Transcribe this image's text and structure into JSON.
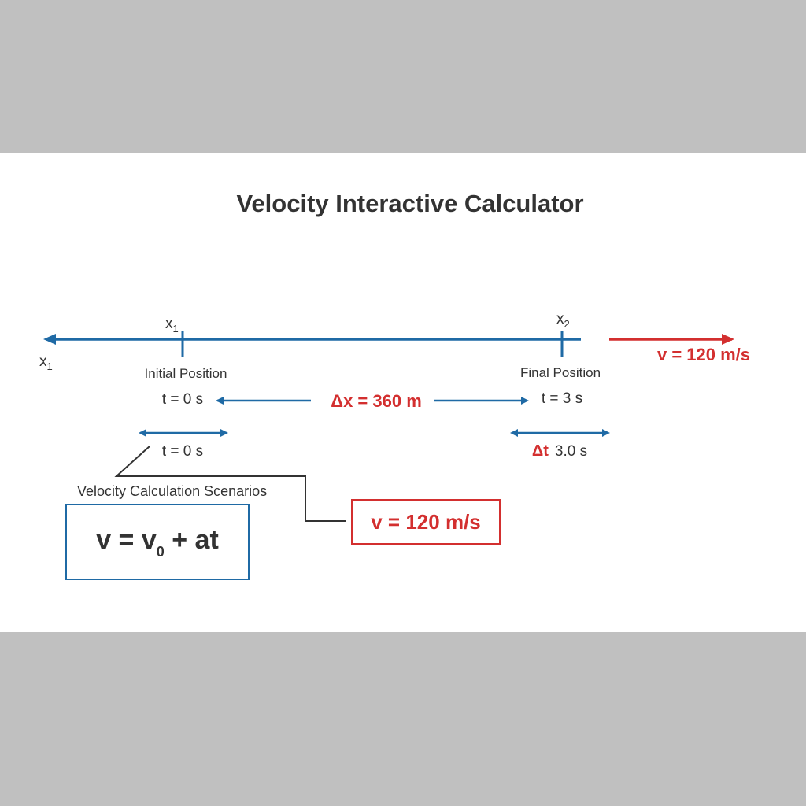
{
  "title": "Velocity Interactive Calculator",
  "axis": {
    "left_end_label": {
      "base": "x",
      "sub": "1"
    },
    "marker_1": {
      "base": "x",
      "sub": "1",
      "caption": "Initial Position",
      "time": "t = 0 s"
    },
    "marker_2": {
      "base": "x",
      "sub": "2",
      "caption": "Final Position",
      "time": "t = 3 s"
    }
  },
  "velocity_arrow_label": "v = 120 m/s",
  "displacement_label": "Δx = 360 m",
  "initial_interval": {
    "time": "t = 0 s"
  },
  "final_interval": {
    "symbol": "Δt",
    "value": "3.0 s"
  },
  "scenarios": {
    "label": "Velocity Calculation Scenarios",
    "formula": {
      "lhs": "v = v",
      "sub": "0",
      "rhs": " + at"
    },
    "result": "v = 120 m/s"
  },
  "colors": {
    "axis_blue": "#1f6aa5",
    "result_red": "#d32f2f",
    "panel": "#ffffff",
    "backdrop": "#c0c0c0"
  }
}
